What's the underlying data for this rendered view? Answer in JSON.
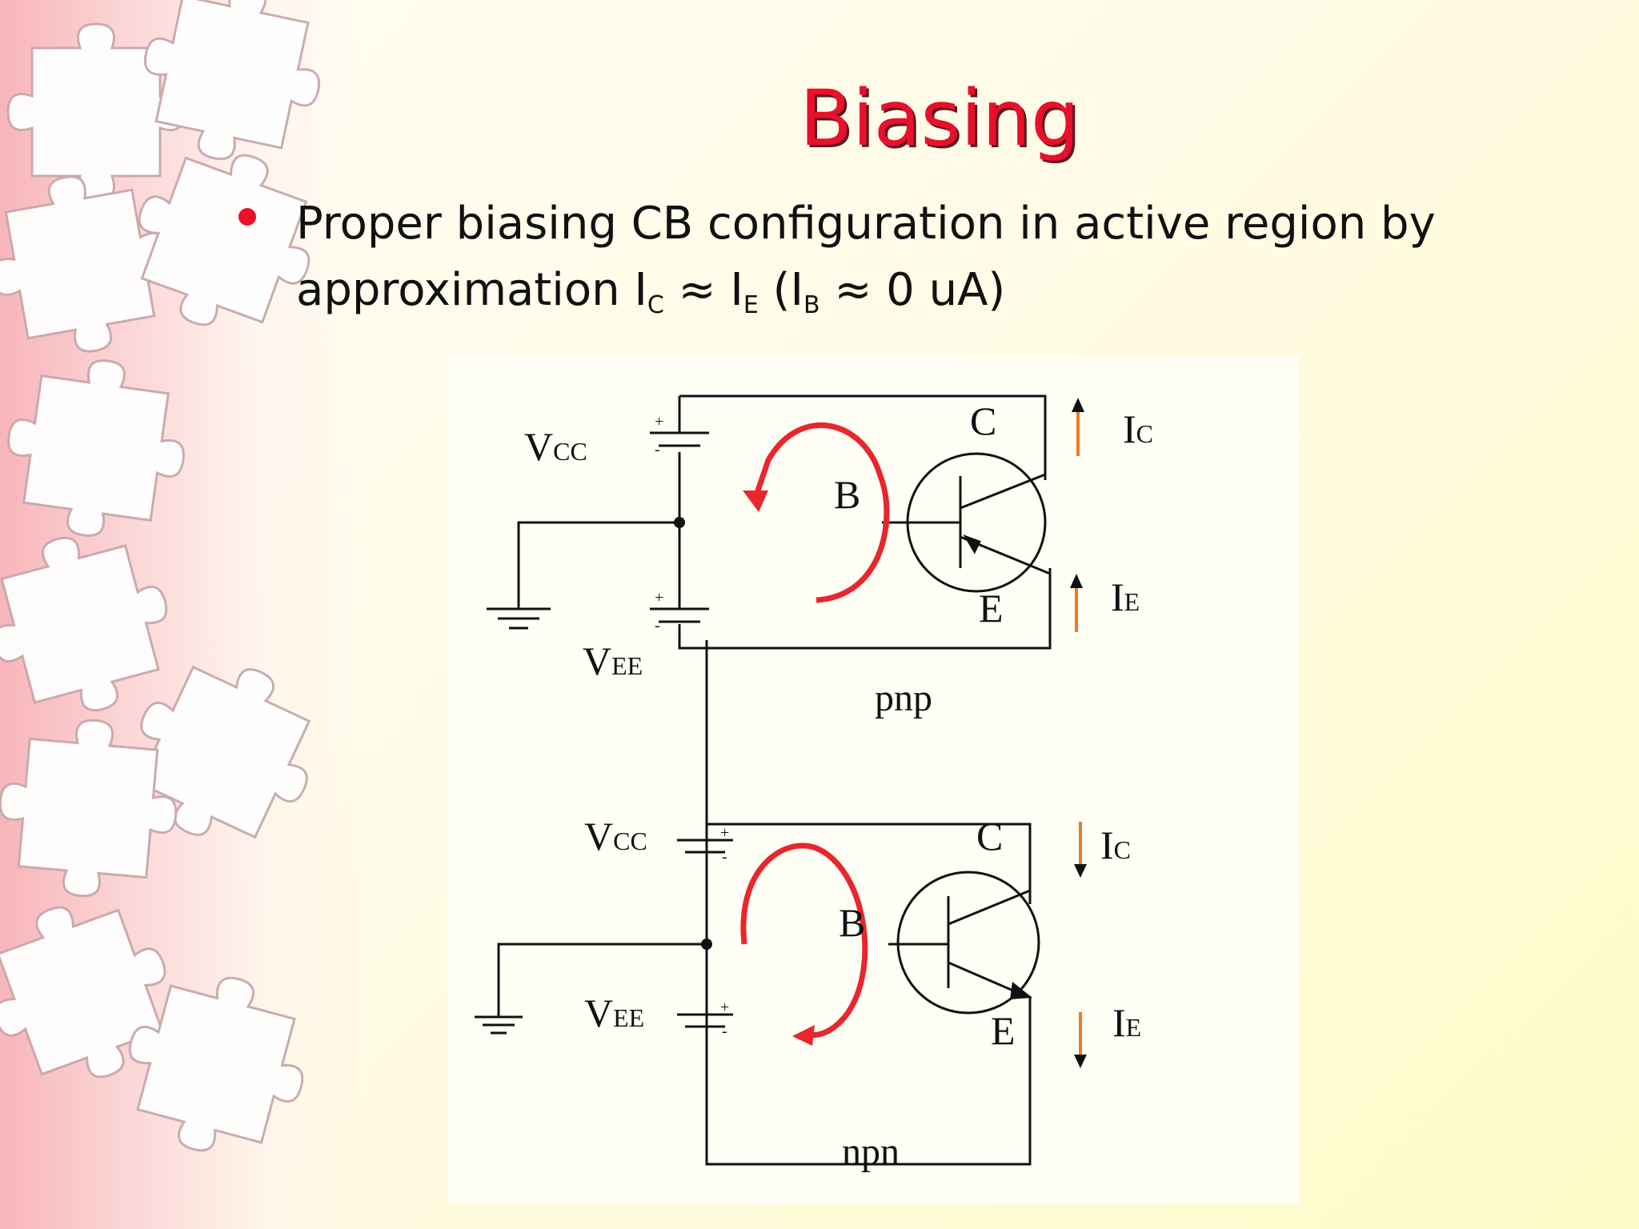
{
  "slide": {
    "title": "Biasing",
    "bullet": {
      "text_line1": "Proper biasing CB configuration in active region by",
      "line2_prefix": "approximation I",
      "ic_sub": "C",
      "approx1": " ≈ I",
      "ie_sub": "E",
      "paren_open": " (I",
      "ib_sub": "B",
      "approx2": " ≈ 0 uA)"
    }
  },
  "figure": {
    "pnp": {
      "caption": "pnp",
      "vcc_main": "V",
      "vcc_sub": "CC",
      "vee_main": "V",
      "vee_sub": "EE",
      "c": "C",
      "b": "B",
      "e": "E",
      "ic_main": "I",
      "ic_sub": "C",
      "ie_main": "I",
      "ie_sub": "E",
      "plus": "+"
    },
    "npn": {
      "caption": "npn",
      "vcc_main": "V",
      "vcc_sub": "CC",
      "vee_main": "V",
      "vee_sub": "EE",
      "c": "C",
      "b": "B",
      "e": "E",
      "ic_main": "I",
      "ic_sub": "C",
      "ie_main": "I",
      "ie_sub": "E",
      "plus": "+"
    },
    "colors": {
      "loop_arrow": "#e8262c",
      "current_arrow_pnp": "#f07a1a",
      "current_arrow_npn": "#111111"
    }
  }
}
